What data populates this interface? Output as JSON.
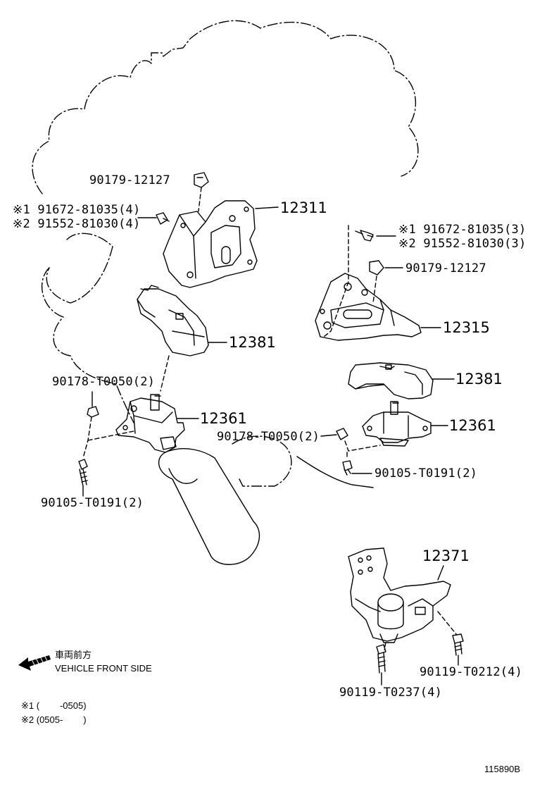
{
  "diagram": {
    "parts": {
      "p90179_top": "90179-12127",
      "p12311": "12311",
      "bolt_left_1": "※1 91672-81035(4)",
      "bolt_left_2": "※2 91552-81030(4)",
      "p12381_left": "12381",
      "p90178_left": "90178-T0050(2)",
      "p12361_left": "12361",
      "p90105_left": "90105-T0191(2)",
      "bolt_right_1": "※1 91672-81035(3)",
      "bolt_right_2": "※2 91552-81030(3)",
      "p90179_right": "90179-12127",
      "p12315": "12315",
      "p12381_right": "12381",
      "p12361_right": "12361",
      "p90178_right": "90178-T0050(2)",
      "p90105_right": "90105-T0191(2)",
      "p12371": "12371",
      "p90119_0212": "90119-T0212(4)",
      "p90119_0237": "90119-T0237(4)"
    },
    "legend": {
      "front_jp": "車両前方",
      "front_en": "VEHICLE FRONT SIDE",
      "note1": "※1 (        -0505)",
      "note2": "※2 (0505-        )"
    },
    "figure_id": "115890B"
  }
}
